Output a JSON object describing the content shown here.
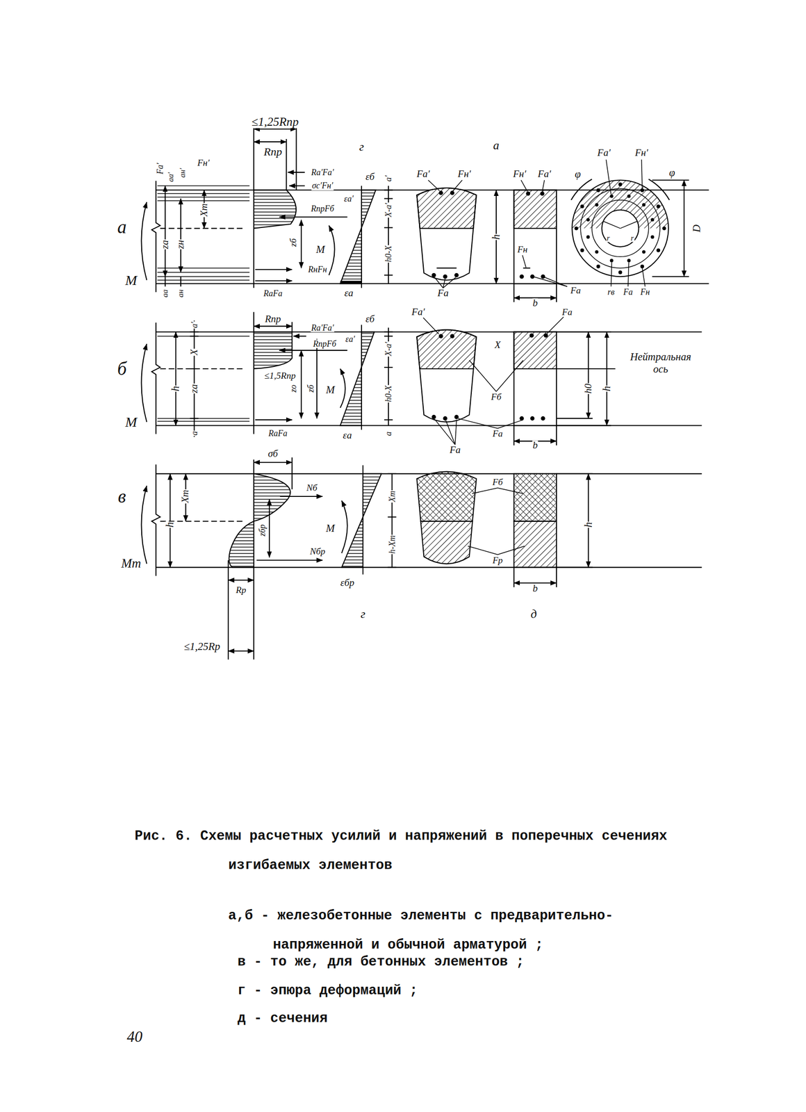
{
  "diagram": {
    "caption": "Рис. 6. Схемы расчетных усилий и напряжений в поперечных сечениях изгибаемых элементов",
    "labels": [
      "≤1,25Rпр",
      "Rпр",
      "г",
      "а",
      "Fа′",
      "аа′",
      "ан′",
      "Fн′",
      "Хт",
      "zа",
      "zн",
      "аа",
      "ан",
      "а",
      "М",
      "Rа′Fа′",
      "σс′Fн′",
      "εа′",
      "RпрFб",
      "zб",
      "RнFн",
      "RаFа",
      "М",
      "εб",
      "εа",
      "а′",
      "Х-а′",
      "h0-Х",
      "Fа′",
      "Fн′",
      "h",
      "Fн′",
      "Fа′",
      "Fа",
      "Fн",
      "b",
      "Fа",
      "Fа′",
      "Fн′",
      "φ",
      "φ",
      "D",
      "r",
      "r",
      "rв",
      "Fа",
      "Fн",
      "б",
      "М",
      "а′",
      "Х",
      "h",
      "zа",
      "а",
      "Rпр",
      "Rа′Fа′",
      "RпрFб",
      "≤1,5Rпр",
      "zо",
      "zб",
      "RаFа",
      "М",
      "εб",
      "εа′",
      "εа",
      "Х-а′",
      "h0-Х",
      "а",
      "Fа′",
      "Fб",
      "Х",
      "Fа",
      "Fа",
      "Fа",
      "h0",
      "h",
      "b",
      "Нейтральная ось",
      "в",
      "h",
      "Хт",
      "Мт",
      "σб",
      "Nб",
      "М",
      "zбр",
      "Nбр",
      "Rр",
      "≤1,25Rр",
      "Хт",
      "h-Хт",
      "εбр",
      "Fб",
      "Fр",
      "h",
      "b",
      "г",
      "д",
      "а,б - железобетонные элементы с предварительно-напряженной и обычной арматурой ;",
      "в - то же, для бетонных элементов ;",
      "г - эпюра деформаций ;",
      "д - сечения",
      "40"
    ]
  }
}
